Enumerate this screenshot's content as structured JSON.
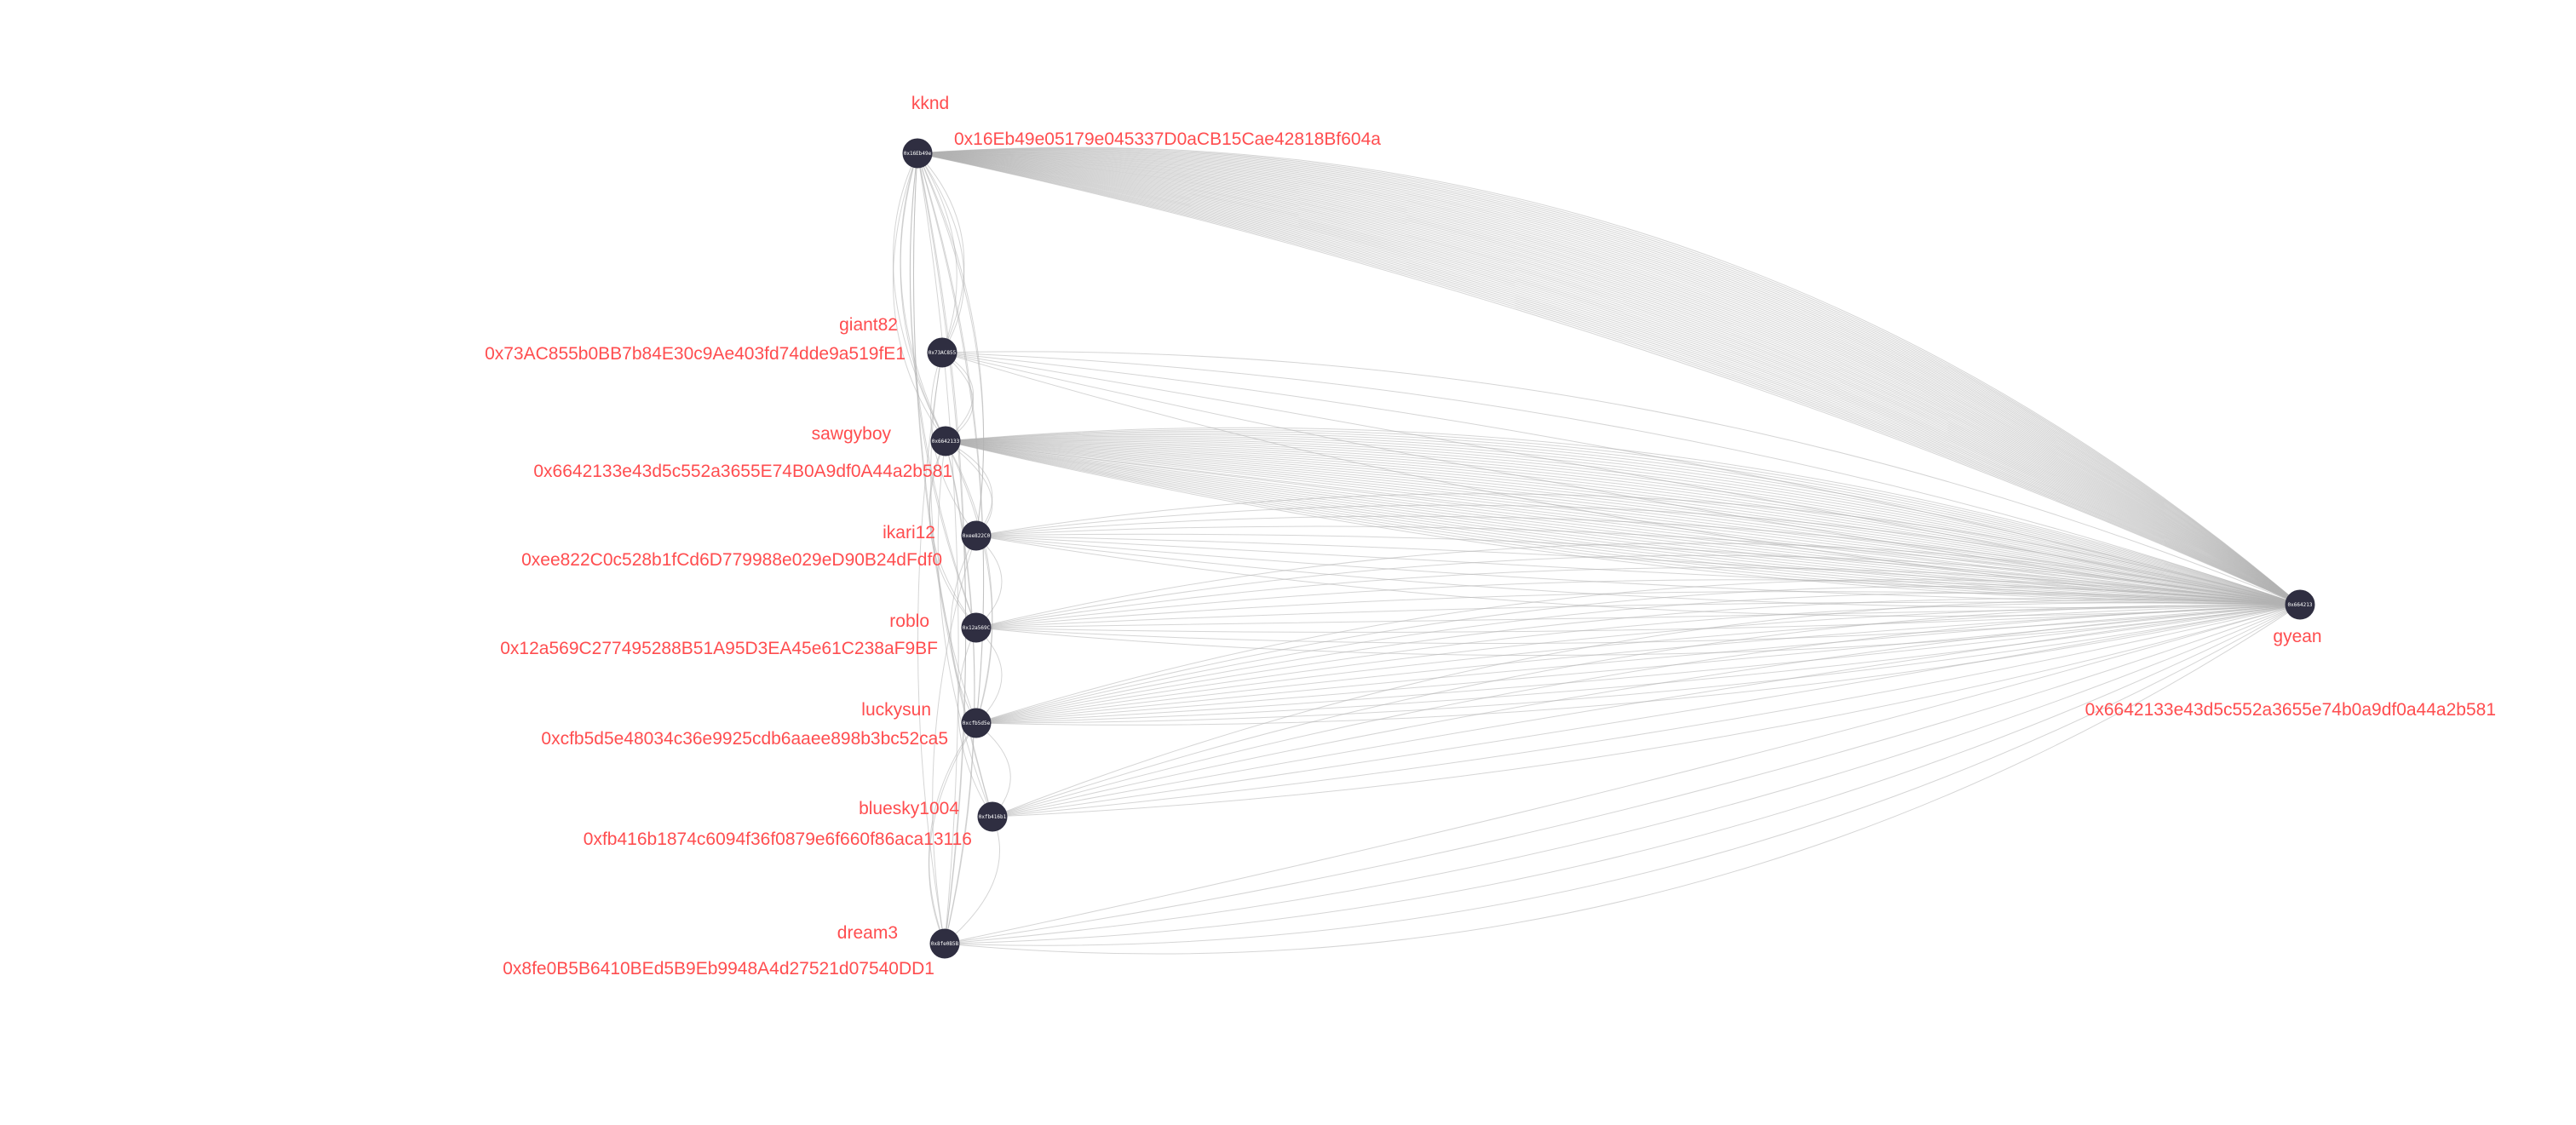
{
  "graph": {
    "colors": {
      "label": "#ff4d4f",
      "node": "#2f2e41",
      "edge": "#b3b3b3",
      "background": "#ffffff"
    },
    "nodes": [
      {
        "id": "kknd",
        "name": "kknd",
        "address": "0x16Eb49e05179e045337D0aCB15Cae42818Bf604a",
        "short": "0x16Eb49e"
      },
      {
        "id": "giant82",
        "name": "giant82",
        "address": "0x73AC855b0BB7b84E30c9Ae403fd74dde9a519fE1",
        "short": "0x73AC855"
      },
      {
        "id": "sawgyboy",
        "name": "sawgyboy",
        "address": "0x6642133e43d5c552a3655E74B0A9df0A44a2b581",
        "short": "0x6642133"
      },
      {
        "id": "ikari12",
        "name": "ikari12",
        "address": "0xee822C0c528b1fCd6D779988e029eD90B24dFdf0",
        "short": "0xee822C0"
      },
      {
        "id": "roblo",
        "name": "roblo",
        "address": "0x12a569C277495288B51A95D3EA45e61C238aF9BF",
        "short": "0x12a569C"
      },
      {
        "id": "luckysun",
        "name": "luckysun",
        "address": "0xcfb5d5e48034c36e9925cdb6aaee898b3bc52ca5",
        "short": "0xcfb5d5e"
      },
      {
        "id": "bluesky1004",
        "name": "bluesky1004",
        "address": "0xfb416b1874c6094f36f0879e6f660f86aca13116",
        "short": "0xfb416b1"
      },
      {
        "id": "dream3",
        "name": "dream3",
        "address": "0x8fe0B5B6410BEd5B9Eb9948A4d27521d07540DD1",
        "short": "0x8fe0B5B"
      },
      {
        "id": "gyean",
        "name": "gyean",
        "address": "0x6642133e43d5c552a3655e74b0a9df0a44a2b581",
        "short": "0x664213"
      }
    ],
    "links": [
      {
        "source": "kknd",
        "target": "gyean",
        "count": 60
      },
      {
        "source": "giant82",
        "target": "gyean",
        "count": 6
      },
      {
        "source": "sawgyboy",
        "target": "gyean",
        "count": 40
      },
      {
        "source": "ikari12",
        "target": "gyean",
        "count": 10
      },
      {
        "source": "roblo",
        "target": "gyean",
        "count": 10
      },
      {
        "source": "luckysun",
        "target": "gyean",
        "count": 14
      },
      {
        "source": "bluesky1004",
        "target": "gyean",
        "count": 8
      },
      {
        "source": "dream3",
        "target": "gyean",
        "count": 6
      },
      {
        "source": "kknd",
        "target": "giant82",
        "count": 3
      },
      {
        "source": "kknd",
        "target": "sawgyboy",
        "count": 4
      },
      {
        "source": "kknd",
        "target": "ikari12",
        "count": 2
      },
      {
        "source": "kknd",
        "target": "roblo",
        "count": 2
      },
      {
        "source": "kknd",
        "target": "luckysun",
        "count": 2
      },
      {
        "source": "kknd",
        "target": "bluesky1004",
        "count": 2
      },
      {
        "source": "kknd",
        "target": "dream3",
        "count": 3
      },
      {
        "source": "giant82",
        "target": "sawgyboy",
        "count": 2
      },
      {
        "source": "giant82",
        "target": "ikari12",
        "count": 1
      },
      {
        "source": "giant82",
        "target": "luckysun",
        "count": 1
      },
      {
        "source": "giant82",
        "target": "dream3",
        "count": 1
      },
      {
        "source": "sawgyboy",
        "target": "ikari12",
        "count": 2
      },
      {
        "source": "sawgyboy",
        "target": "roblo",
        "count": 2
      },
      {
        "source": "sawgyboy",
        "target": "luckysun",
        "count": 2
      },
      {
        "source": "sawgyboy",
        "target": "bluesky1004",
        "count": 1
      },
      {
        "source": "sawgyboy",
        "target": "dream3",
        "count": 2
      },
      {
        "source": "ikari12",
        "target": "roblo",
        "count": 1
      },
      {
        "source": "ikari12",
        "target": "luckysun",
        "count": 1
      },
      {
        "source": "ikari12",
        "target": "dream3",
        "count": 1
      },
      {
        "source": "roblo",
        "target": "luckysun",
        "count": 1
      },
      {
        "source": "roblo",
        "target": "bluesky1004",
        "count": 1
      },
      {
        "source": "luckysun",
        "target": "bluesky1004",
        "count": 1
      },
      {
        "source": "luckysun",
        "target": "dream3",
        "count": 2
      },
      {
        "source": "bluesky1004",
        "target": "dream3",
        "count": 1
      }
    ]
  }
}
